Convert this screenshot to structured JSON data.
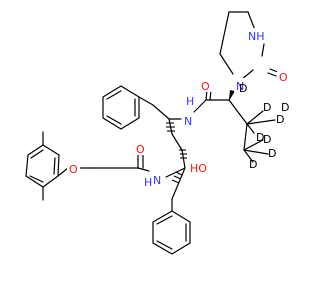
{
  "molecule": {
    "colors": {
      "bond": "#000000",
      "nitrogen": "#3333ff",
      "oxygen": "#ff0d0d",
      "deuterium": "#000000",
      "background": "#ffffff"
    },
    "atom_labels": {
      "ring_nh": "NH",
      "urea_o": "O",
      "ring_n": "N",
      "amide1_o": "O",
      "amide1_nh": "N",
      "amide1_h": "H",
      "alpha_d": "D",
      "iso_d1": "D",
      "iso_d2": "D",
      "iso_d3": "D",
      "iso_d4": "D",
      "iso_d5": "D",
      "iso_d6": "D",
      "iso_d7": "D",
      "ether_o": "O",
      "amide2_o": "O",
      "hydroxyl": "HO",
      "amide2_nh": "N",
      "amide2_h": "H"
    }
  }
}
